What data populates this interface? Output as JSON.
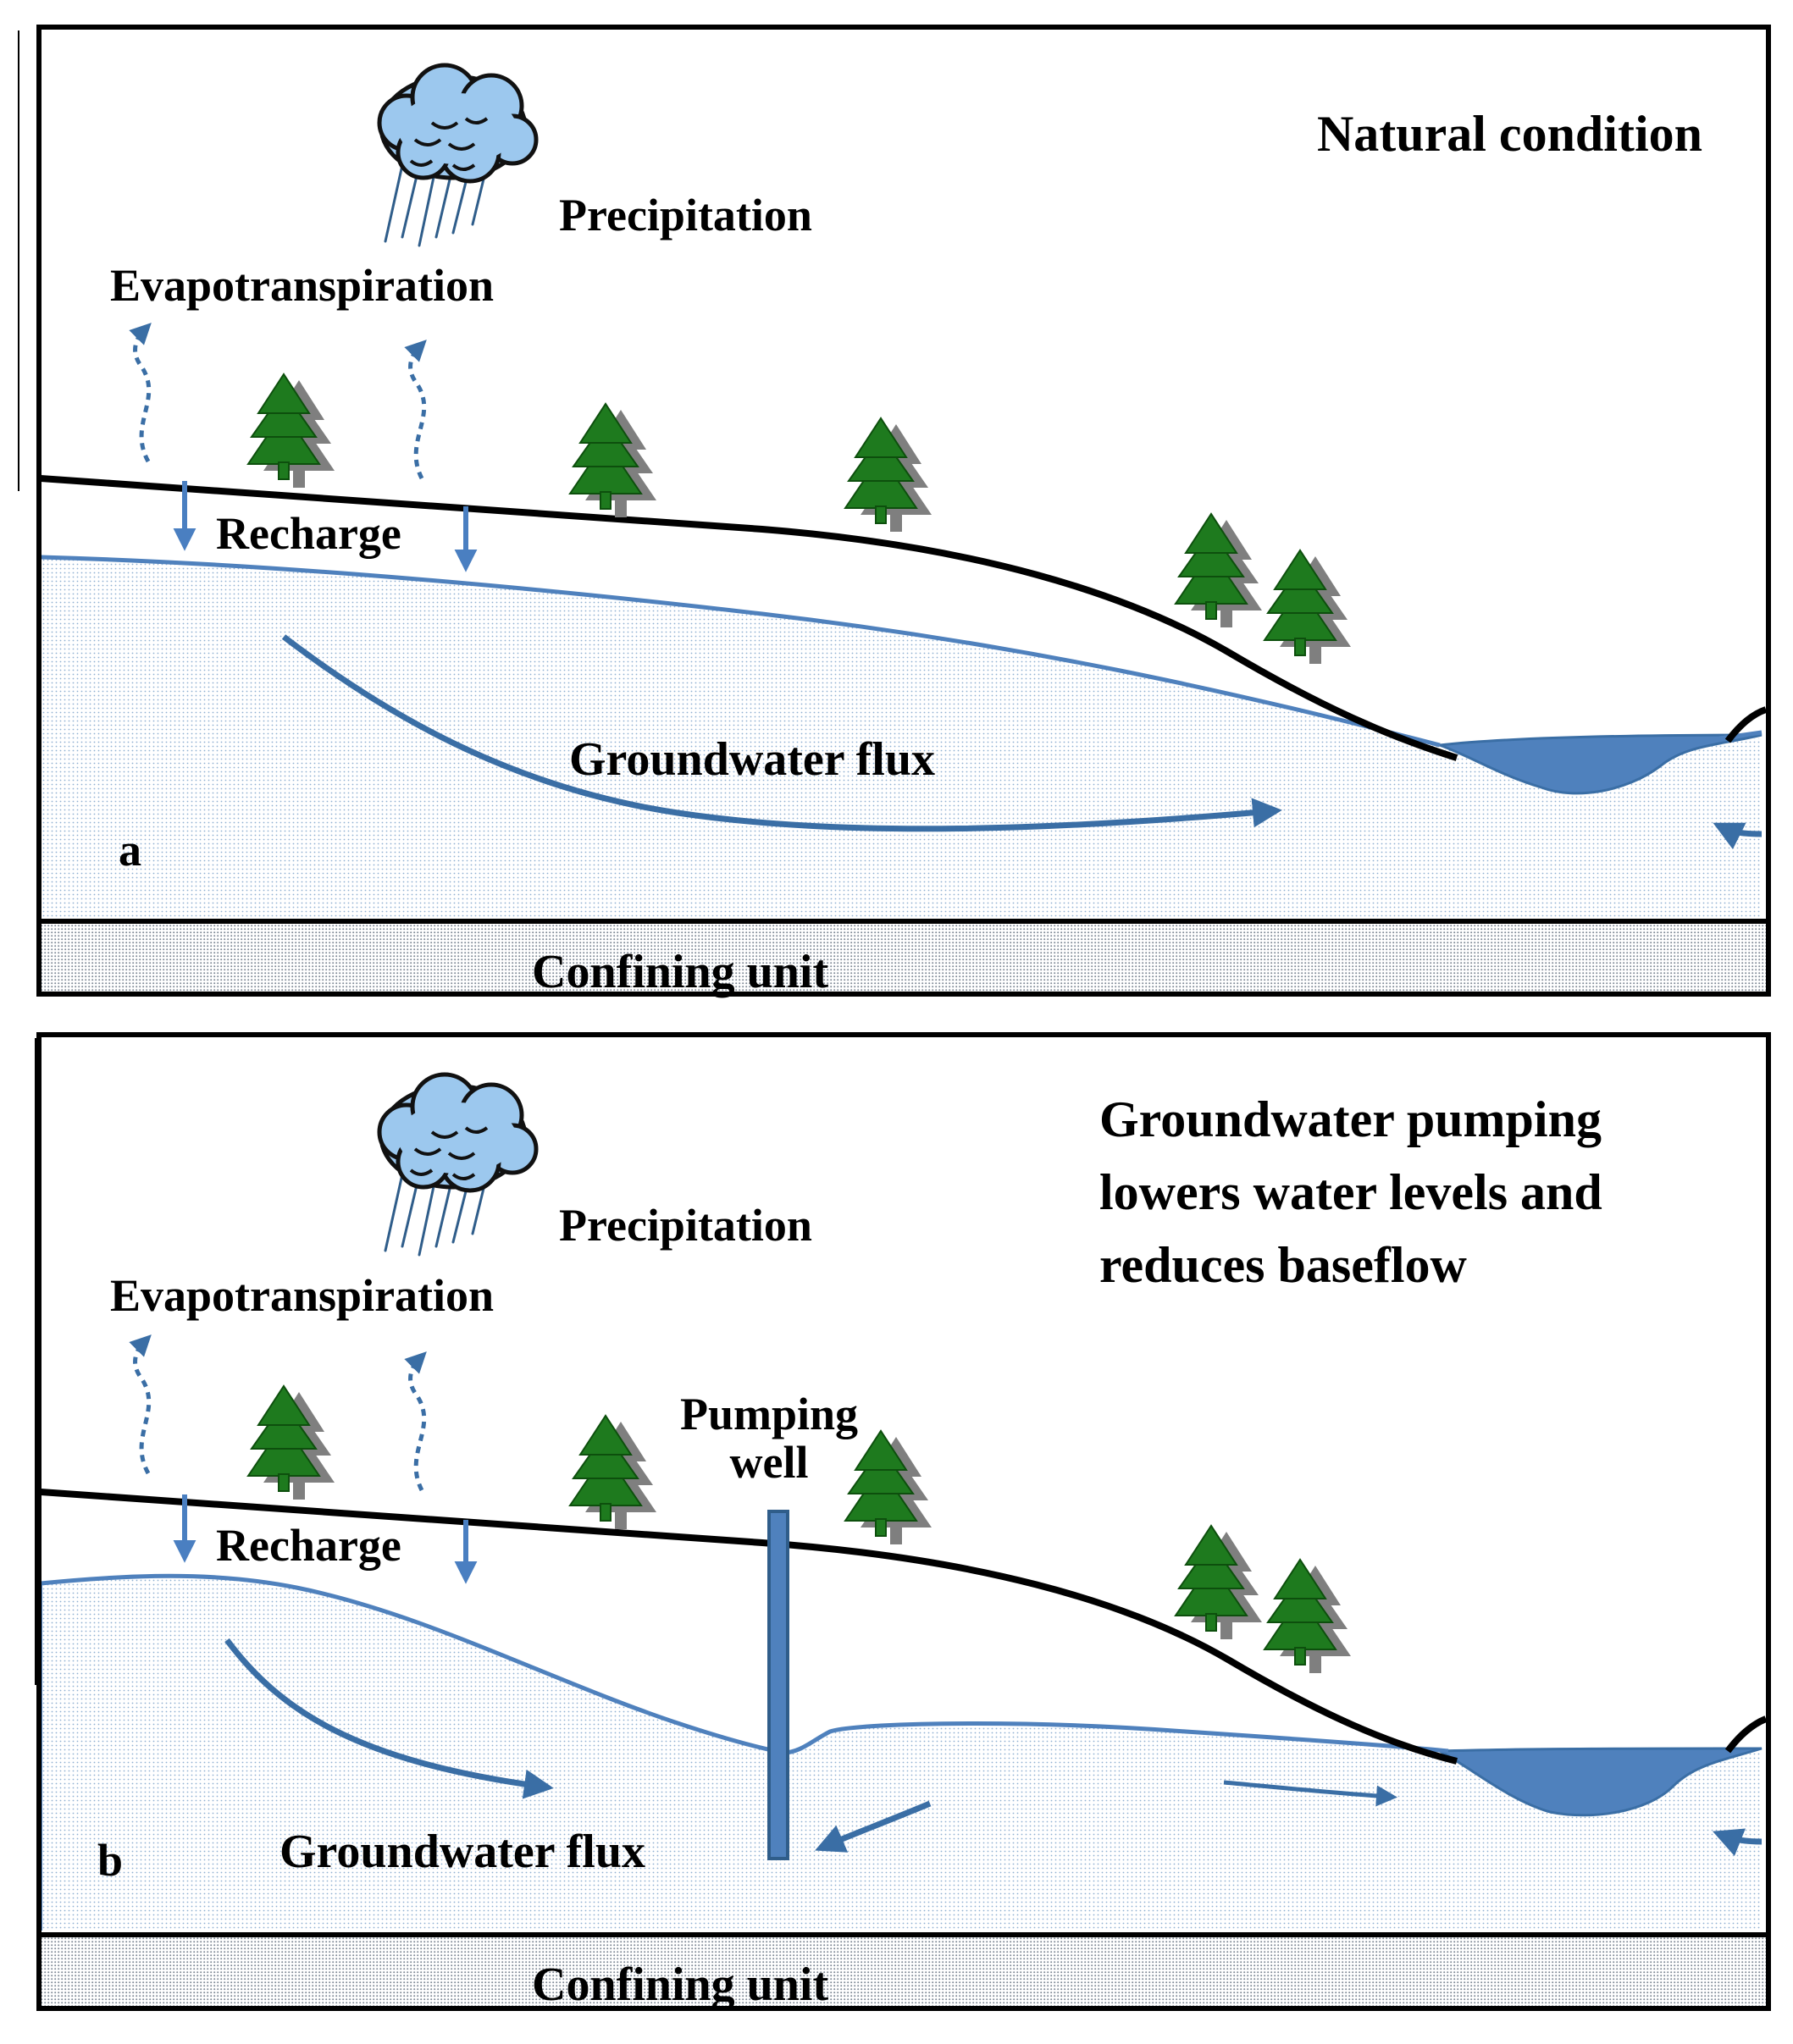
{
  "panels": [
    {
      "letter": "a",
      "title_lines": [
        "Natural condition"
      ],
      "precipitation_label": "Precipitation",
      "evapotranspiration_label": "Evapotranspiration",
      "recharge_label": "Recharge",
      "groundwater_flux_label": "Groundwater flux",
      "confining_unit_label": "Confining unit"
    },
    {
      "letter": "b",
      "title_lines": [
        "Groundwater pumping",
        "lowers water levels and",
        "reduces baseflow"
      ],
      "precipitation_label": "Precipitation",
      "evapotranspiration_label": "Evapotranspiration",
      "recharge_label": "Recharge",
      "groundwater_flux_label": "Groundwater flux",
      "confining_unit_label": "Confining unit",
      "pumping_well_lines": [
        "Pumping",
        "well"
      ]
    }
  ],
  "colors": {
    "water": "#4f81bd",
    "arrow": "#3a6ea5",
    "aquifer_dots": "#9fb9d6",
    "confining_dots": "#8a94a0",
    "tree": "#1e7a1e",
    "tree_shadow": "#808080",
    "cloud": "#9cc8ee",
    "ground_line": "#000000"
  },
  "icons": [
    "rain-cloud-icon",
    "pine-tree-icon"
  ]
}
